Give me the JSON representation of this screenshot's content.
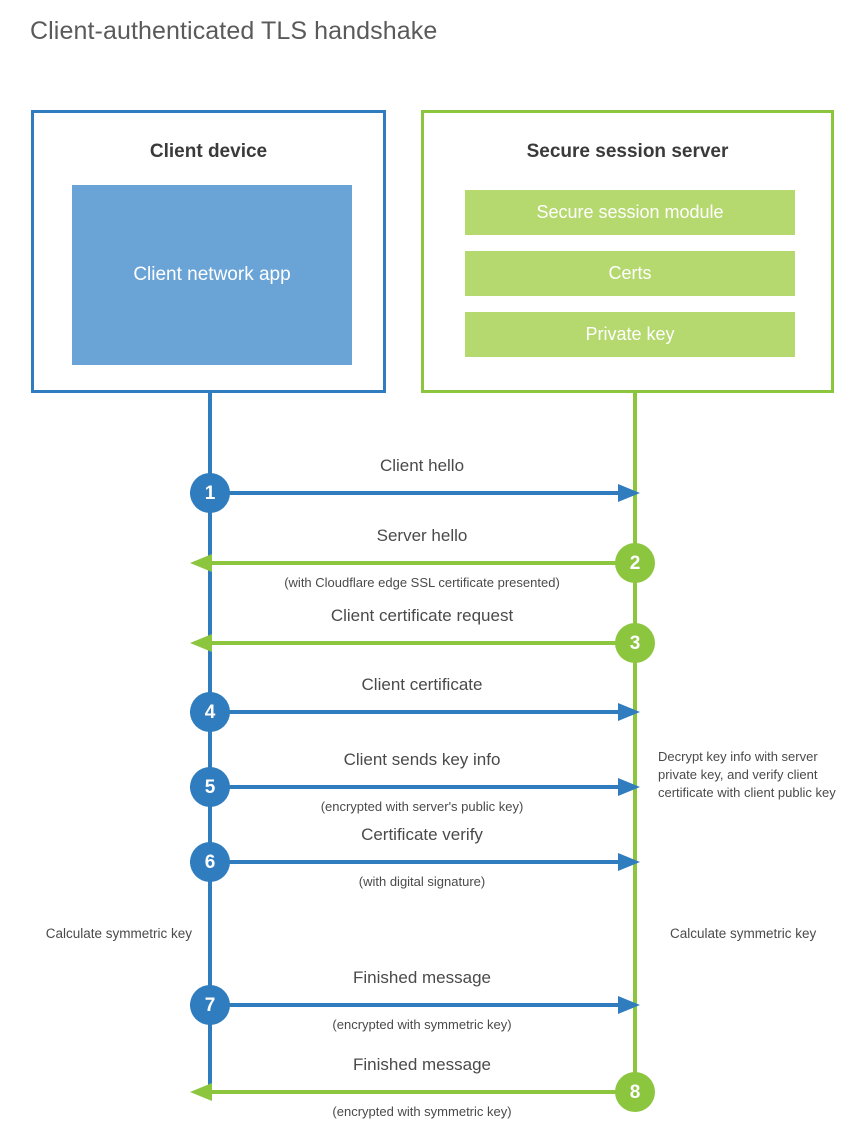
{
  "title": "Client-authenticated TLS handshake",
  "colors": {
    "client_blue": "#2f7cbf",
    "client_app_fill": "#6aa4d6",
    "server_green": "#8cc63f",
    "server_module_fill": "#b5d96f",
    "text": "#4a4a4a"
  },
  "client": {
    "title": "Client device",
    "app_label": "Client network app"
  },
  "server": {
    "title": "Secure session server",
    "modules": [
      "Secure session module",
      "Certs",
      "Private key"
    ]
  },
  "messages": [
    {
      "number": "1",
      "direction": "client-to-server",
      "label": "Client hello",
      "sublabel": ""
    },
    {
      "number": "2",
      "direction": "server-to-client",
      "label": "Server hello",
      "sublabel": "(with Cloudflare edge SSL certificate presented)"
    },
    {
      "number": "3",
      "direction": "server-to-client",
      "label": "Client certificate request",
      "sublabel": ""
    },
    {
      "number": "4",
      "direction": "client-to-server",
      "label": "Client certificate",
      "sublabel": ""
    },
    {
      "number": "5",
      "direction": "client-to-server",
      "label": "Client sends key info",
      "sublabel": "(encrypted with server's public key)"
    },
    {
      "number": "6",
      "direction": "client-to-server",
      "label": "Certificate verify",
      "sublabel": "(with digital signature)"
    },
    {
      "number": "7",
      "direction": "client-to-server",
      "label": "Finished message",
      "sublabel": "(encrypted with symmetric key)"
    },
    {
      "number": "8",
      "direction": "server-to-client",
      "label": "Finished message",
      "sublabel": "(encrypted with symmetric key)"
    }
  ],
  "notes": {
    "decrypt": "Decrypt key info with server private key, and verify client certificate with client public key",
    "calculate_client": "Calculate symmetric key",
    "calculate_server": "Calculate symmetric key"
  }
}
